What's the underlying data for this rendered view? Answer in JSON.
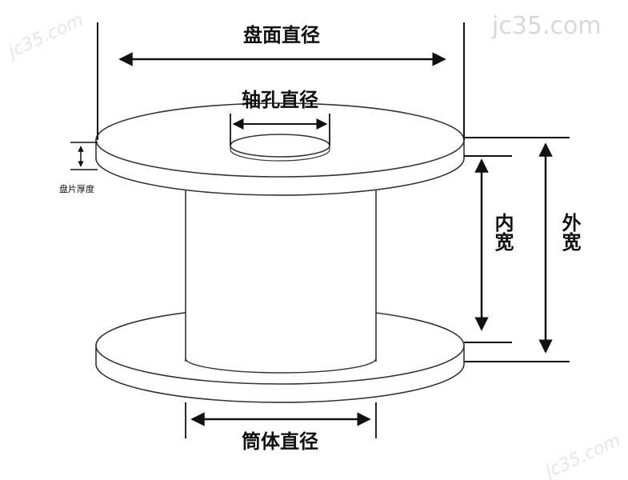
{
  "labels": {
    "disc_diameter": "盘面直径",
    "hole_diameter": "轴孔直径",
    "disc_thickness": "盘片厚度",
    "inner_width": "内宽",
    "outer_width": "外宽",
    "barrel_diameter": "筒体直径"
  },
  "watermarks": {
    "top_right": "jc35.com",
    "top_left": "jc35.com",
    "bottom_right": "jc35.com"
  }
}
